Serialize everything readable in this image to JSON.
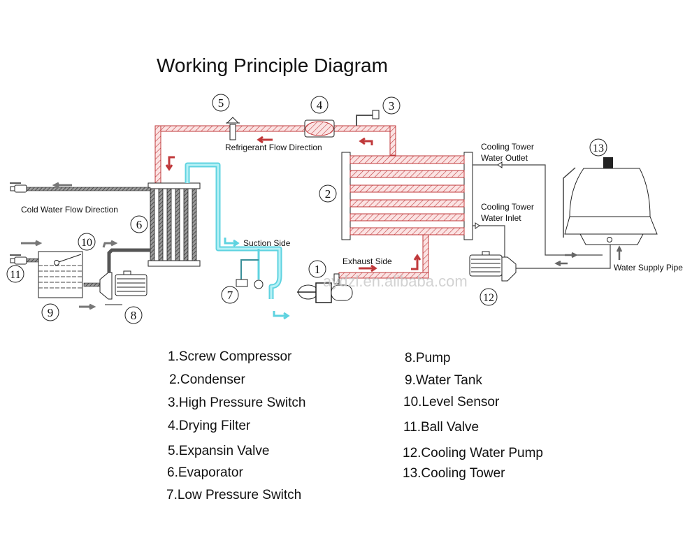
{
  "title": "Working Principle Diagram",
  "labels": {
    "refrigerant_flow": "Refrigerant Flow Direction",
    "cold_water_flow": "Cold Water Flow Direction",
    "suction_side": "Suction Side",
    "exhaust_side": "Exhaust Side",
    "ct_outlet_1": "Cooling Tower",
    "ct_outlet_2": "Water Outlet",
    "ct_inlet_1": "Cooling Tower",
    "ct_inlet_2": "Water Inlet",
    "water_supply": "Water Supply Pipe",
    "watermark": "aydzl.en.alibaba.com"
  },
  "callouts": {
    "c1": "1",
    "c2": "2",
    "c3": "3",
    "c4": "4",
    "c5": "5",
    "c6": "6",
    "c7": "7",
    "c8": "8",
    "c9": "9",
    "c10": "10",
    "c11": "11",
    "c12": "12",
    "c13": "13"
  },
  "legend": {
    "left": [
      "1.Screw Compressor",
      "2.Condenser",
      "3.High Pressure Switch",
      "4.Drying Filter",
      "5.Expansin Valve",
      "6.Evaporator",
      "7.Low Pressure Switch"
    ],
    "right": [
      "8.Pump",
      "9.Water Tank",
      "10.Level Sensor",
      "11.Ball Valve",
      "12.Cooling Water Pump",
      "13.Cooling Tower"
    ]
  },
  "colors": {
    "refrigerant": "#c0393b",
    "suction": "#5fd3e0",
    "water_pipe": "#555555",
    "line": "#222222"
  }
}
